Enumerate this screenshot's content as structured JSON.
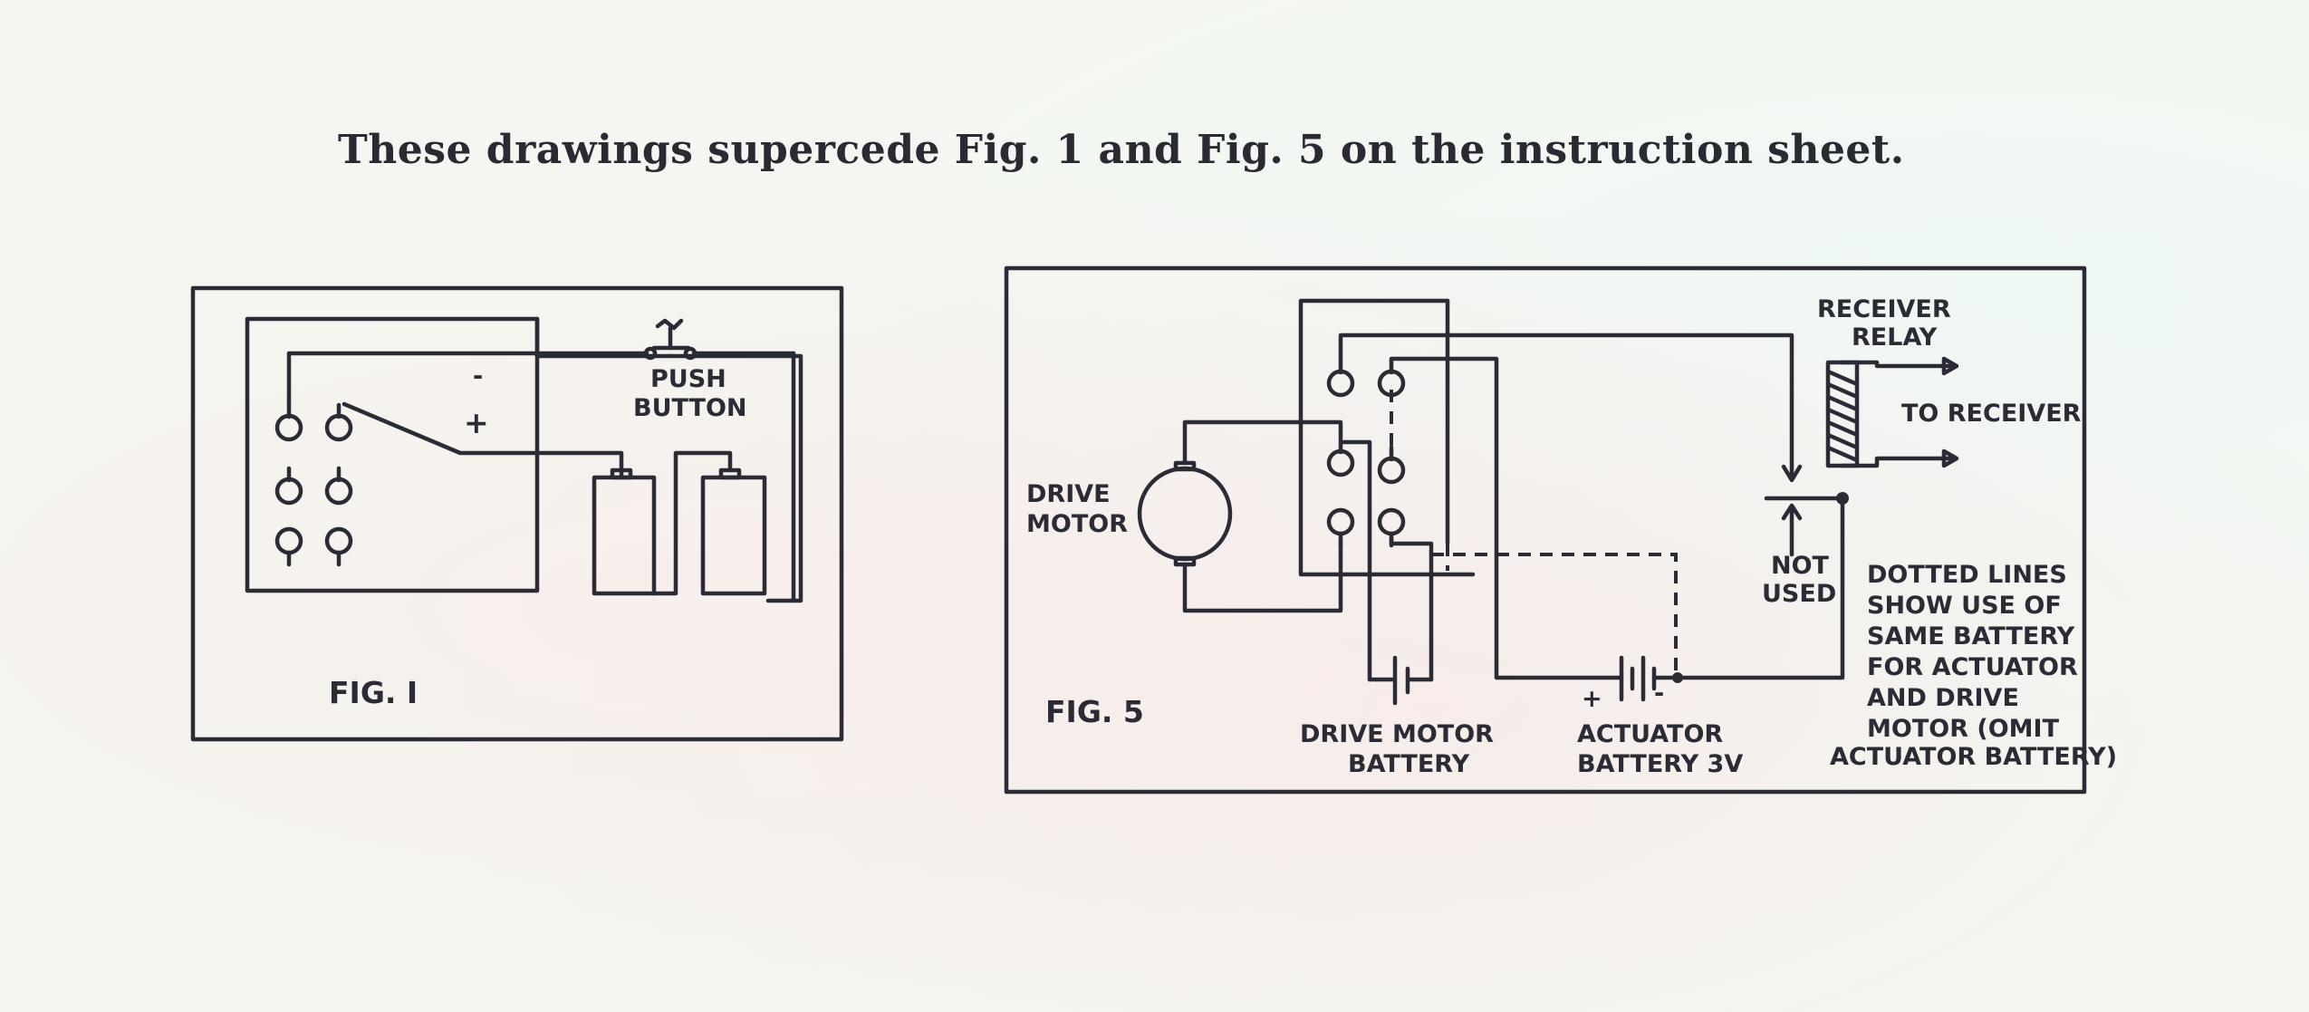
{
  "heading": "These drawings supercede Fig. 1 and Fig. 5 on the instruction sheet.",
  "fig1": {
    "caption": "FIG. I",
    "push_button": [
      "PUSH",
      "BUTTON"
    ],
    "minus": "-",
    "plus": "+"
  },
  "fig5": {
    "caption": "FIG. 5",
    "drive_motor": [
      "DRIVE",
      "MOTOR"
    ],
    "receiver_relay": [
      "RECEIVER",
      "RELAY"
    ],
    "to_receiver": "TO RECEIVER",
    "not_used": [
      "NOT",
      "USED"
    ],
    "drive_motor_battery": [
      "DRIVE MOTOR",
      "BATTERY"
    ],
    "actuator_battery": [
      "ACTUATOR",
      "BATTERY 3V"
    ],
    "battery_plus": "+",
    "battery_minus": "-",
    "note": [
      "DOTTED LINES",
      "SHOW USE  OF",
      "SAME BATTERY",
      "FOR ACTUATOR",
      "AND  DRIVE",
      "MOTOR (OMIT",
      "ACTUATOR BATTERY)"
    ]
  }
}
